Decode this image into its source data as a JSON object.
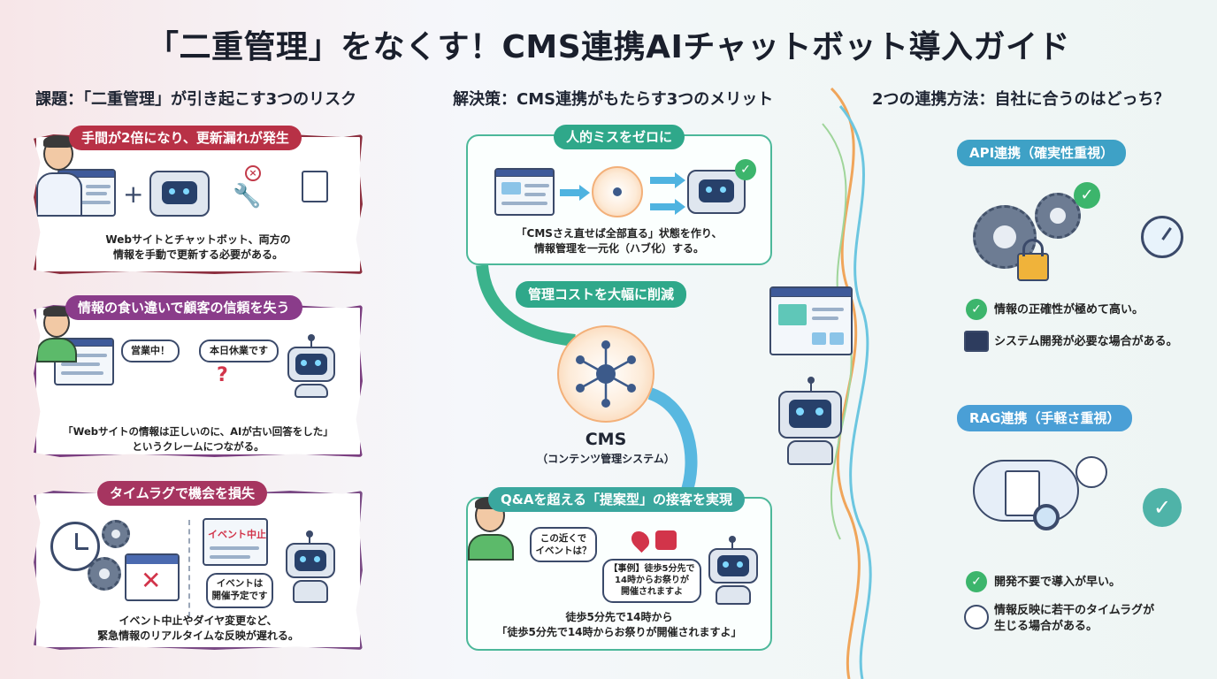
{
  "title": "「二重管理」をなくす！CMS連携AIチャットボット導入ガイド",
  "left": {
    "heading": "課題：「二重管理」が引き起こす3つのリスク",
    "cards": [
      {
        "pill": "手間が2倍になり、更新漏れが発生",
        "text_line1": "Webサイトとチャットボット、両方の",
        "text_line2": "情報を手動で更新する必要がある。"
      },
      {
        "pill": "情報の食い違いで顧客の信頼を失う",
        "bubble_left": "営業中！",
        "bubble_right": "本日休業です",
        "text_line1": "「Webサイトの情報は正しいのに、AIが古い回答をした」",
        "text_line2": "というクレームにつながる。"
      },
      {
        "pill": "タイムラグで機会を損失",
        "sign": "イベント中止",
        "bubble": "イベントは\n開催予定です",
        "text_line1": "イベント中止やダイヤ変更など、",
        "text_line2": "緊急情報のリアルタイムな反映が遅れる。"
      }
    ]
  },
  "center": {
    "heading": "解決策：CMS連携がもたらす3つのメリット",
    "merit1": {
      "pill": "人的ミスをゼロに",
      "text_line1": "「CMSさえ直せば全部直る」状態を作り、",
      "text_line2": "情報管理を一元化（ハブ化）する。"
    },
    "merit2": {
      "pill": "管理コストを大幅に削減"
    },
    "hub": {
      "label": "CMS",
      "sublabel": "（コンテンツ管理システム）"
    },
    "merit3": {
      "pill": "Q&Aを超える「提案型」の接客を実現",
      "bubble_user": "この近くで\nイベントは？",
      "bubble_bot": "【事例】徒歩5分先で\n14時からお祭りが\n開催されますよ",
      "text_line1": "徒歩5分先で14時から",
      "text_line2": "「徒歩5分先で14時からお祭りが開催されますよ」"
    }
  },
  "right": {
    "heading": "2つの連携方法：自社に合うのはどっち？",
    "api": {
      "pill": "API連携（確実性重視）",
      "feature1": "情報の正確性が極めて高い。",
      "feature2": "システム開発が必要な場合がある。"
    },
    "rag": {
      "pill": "RAG連携（手軽さ重視）",
      "feature1": "開発不要で導入が早い。",
      "feature2_line1": "情報反映に若干のタイムラグが",
      "feature2_line2": "生じる場合がある。"
    }
  },
  "colors": {
    "red": "#b83146",
    "purple": "#8a3c8a",
    "green": "#2fa88a",
    "blue": "#3f9fd2",
    "check": "#3cb56c"
  }
}
